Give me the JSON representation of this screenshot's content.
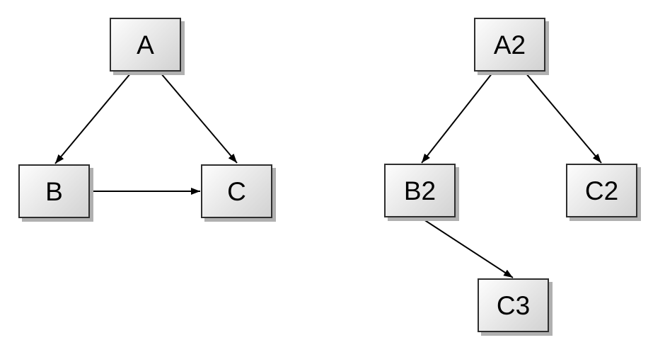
{
  "diagram": {
    "left": {
      "nodes": {
        "a": {
          "label": "A"
        },
        "b": {
          "label": "B"
        },
        "c": {
          "label": "C"
        }
      },
      "edges": [
        {
          "from": "A",
          "to": "B",
          "directed": true
        },
        {
          "from": "A",
          "to": "C",
          "directed": true
        },
        {
          "from": "B",
          "to": "C",
          "directed": true
        }
      ]
    },
    "right": {
      "nodes": {
        "a2": {
          "label": "A2"
        },
        "b2": {
          "label": "B2"
        },
        "c2": {
          "label": "C2"
        },
        "c3": {
          "label": "C3"
        }
      },
      "edges": [
        {
          "from": "A2",
          "to": "B2",
          "directed": true
        },
        {
          "from": "A2",
          "to": "C2",
          "directed": true
        },
        {
          "from": "B2",
          "to": "C3",
          "directed": true
        }
      ]
    }
  },
  "style": {
    "canvas_bg": "#ffffff",
    "node_fill_light": "#fdfdfd",
    "node_fill_dark": "#d2d2d2",
    "node_border": "#2e2e2e",
    "node_shadow": "#b0b0b0",
    "edge_color": "#000000",
    "label_color": "#000000"
  }
}
